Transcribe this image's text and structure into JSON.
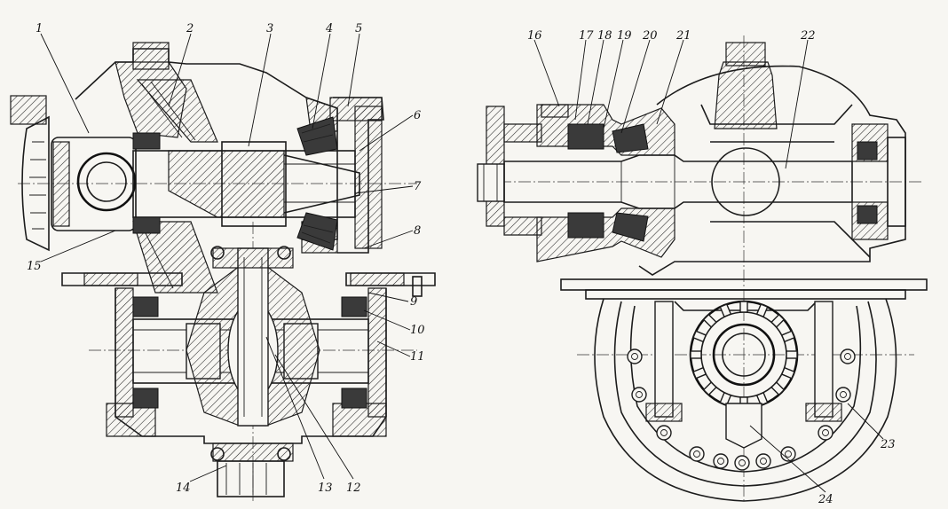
{
  "callouts": {
    "c1": "1",
    "c2": "2",
    "c3": "3",
    "c4": "4",
    "c5": "5",
    "c6": "6",
    "c7": "7",
    "c8": "8",
    "c9": "9",
    "c10": "10",
    "c11": "11",
    "c12": "12",
    "c13": "13",
    "c14": "14",
    "c15": "15",
    "c16": "16",
    "c17": "17",
    "c18": "18",
    "c19": "19",
    "c20": "20",
    "c21": "21",
    "c22": "22",
    "c23": "23",
    "c24": "24"
  },
  "colors": {
    "line": "#1c1c1c",
    "paper": "#f7f6f2"
  }
}
